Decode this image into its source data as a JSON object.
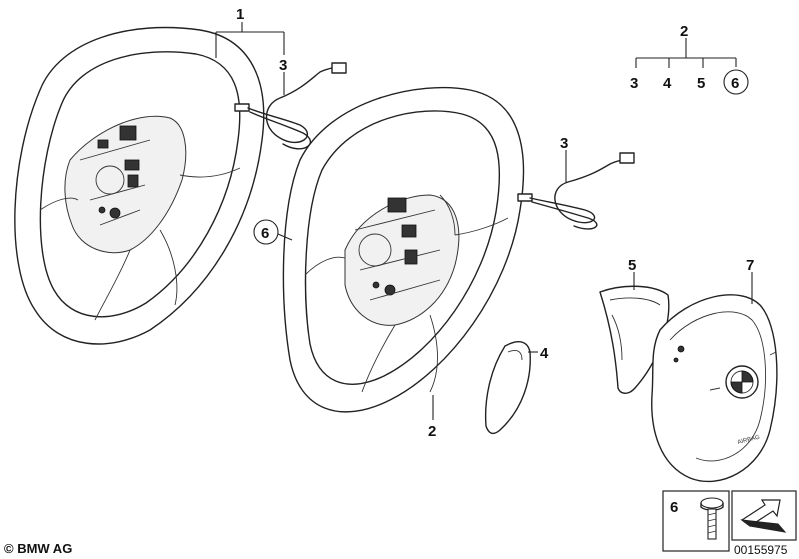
{
  "callouts": {
    "wheel_left": "1",
    "wiring_left": "3",
    "wheel_right_marker": "6",
    "wiring_right": "3",
    "wheel_right_bottom": "2",
    "cover_small": "4",
    "trim_cover": "5",
    "airbag": "7",
    "kit_header": "2",
    "kit_a": "3",
    "kit_b": "4",
    "kit_c": "5",
    "kit_d": "6"
  },
  "footer": {
    "copyright": "© BMW AG",
    "screw_label": "6",
    "diagram_id": "00155975"
  },
  "airbag_text": "AIRBAG"
}
